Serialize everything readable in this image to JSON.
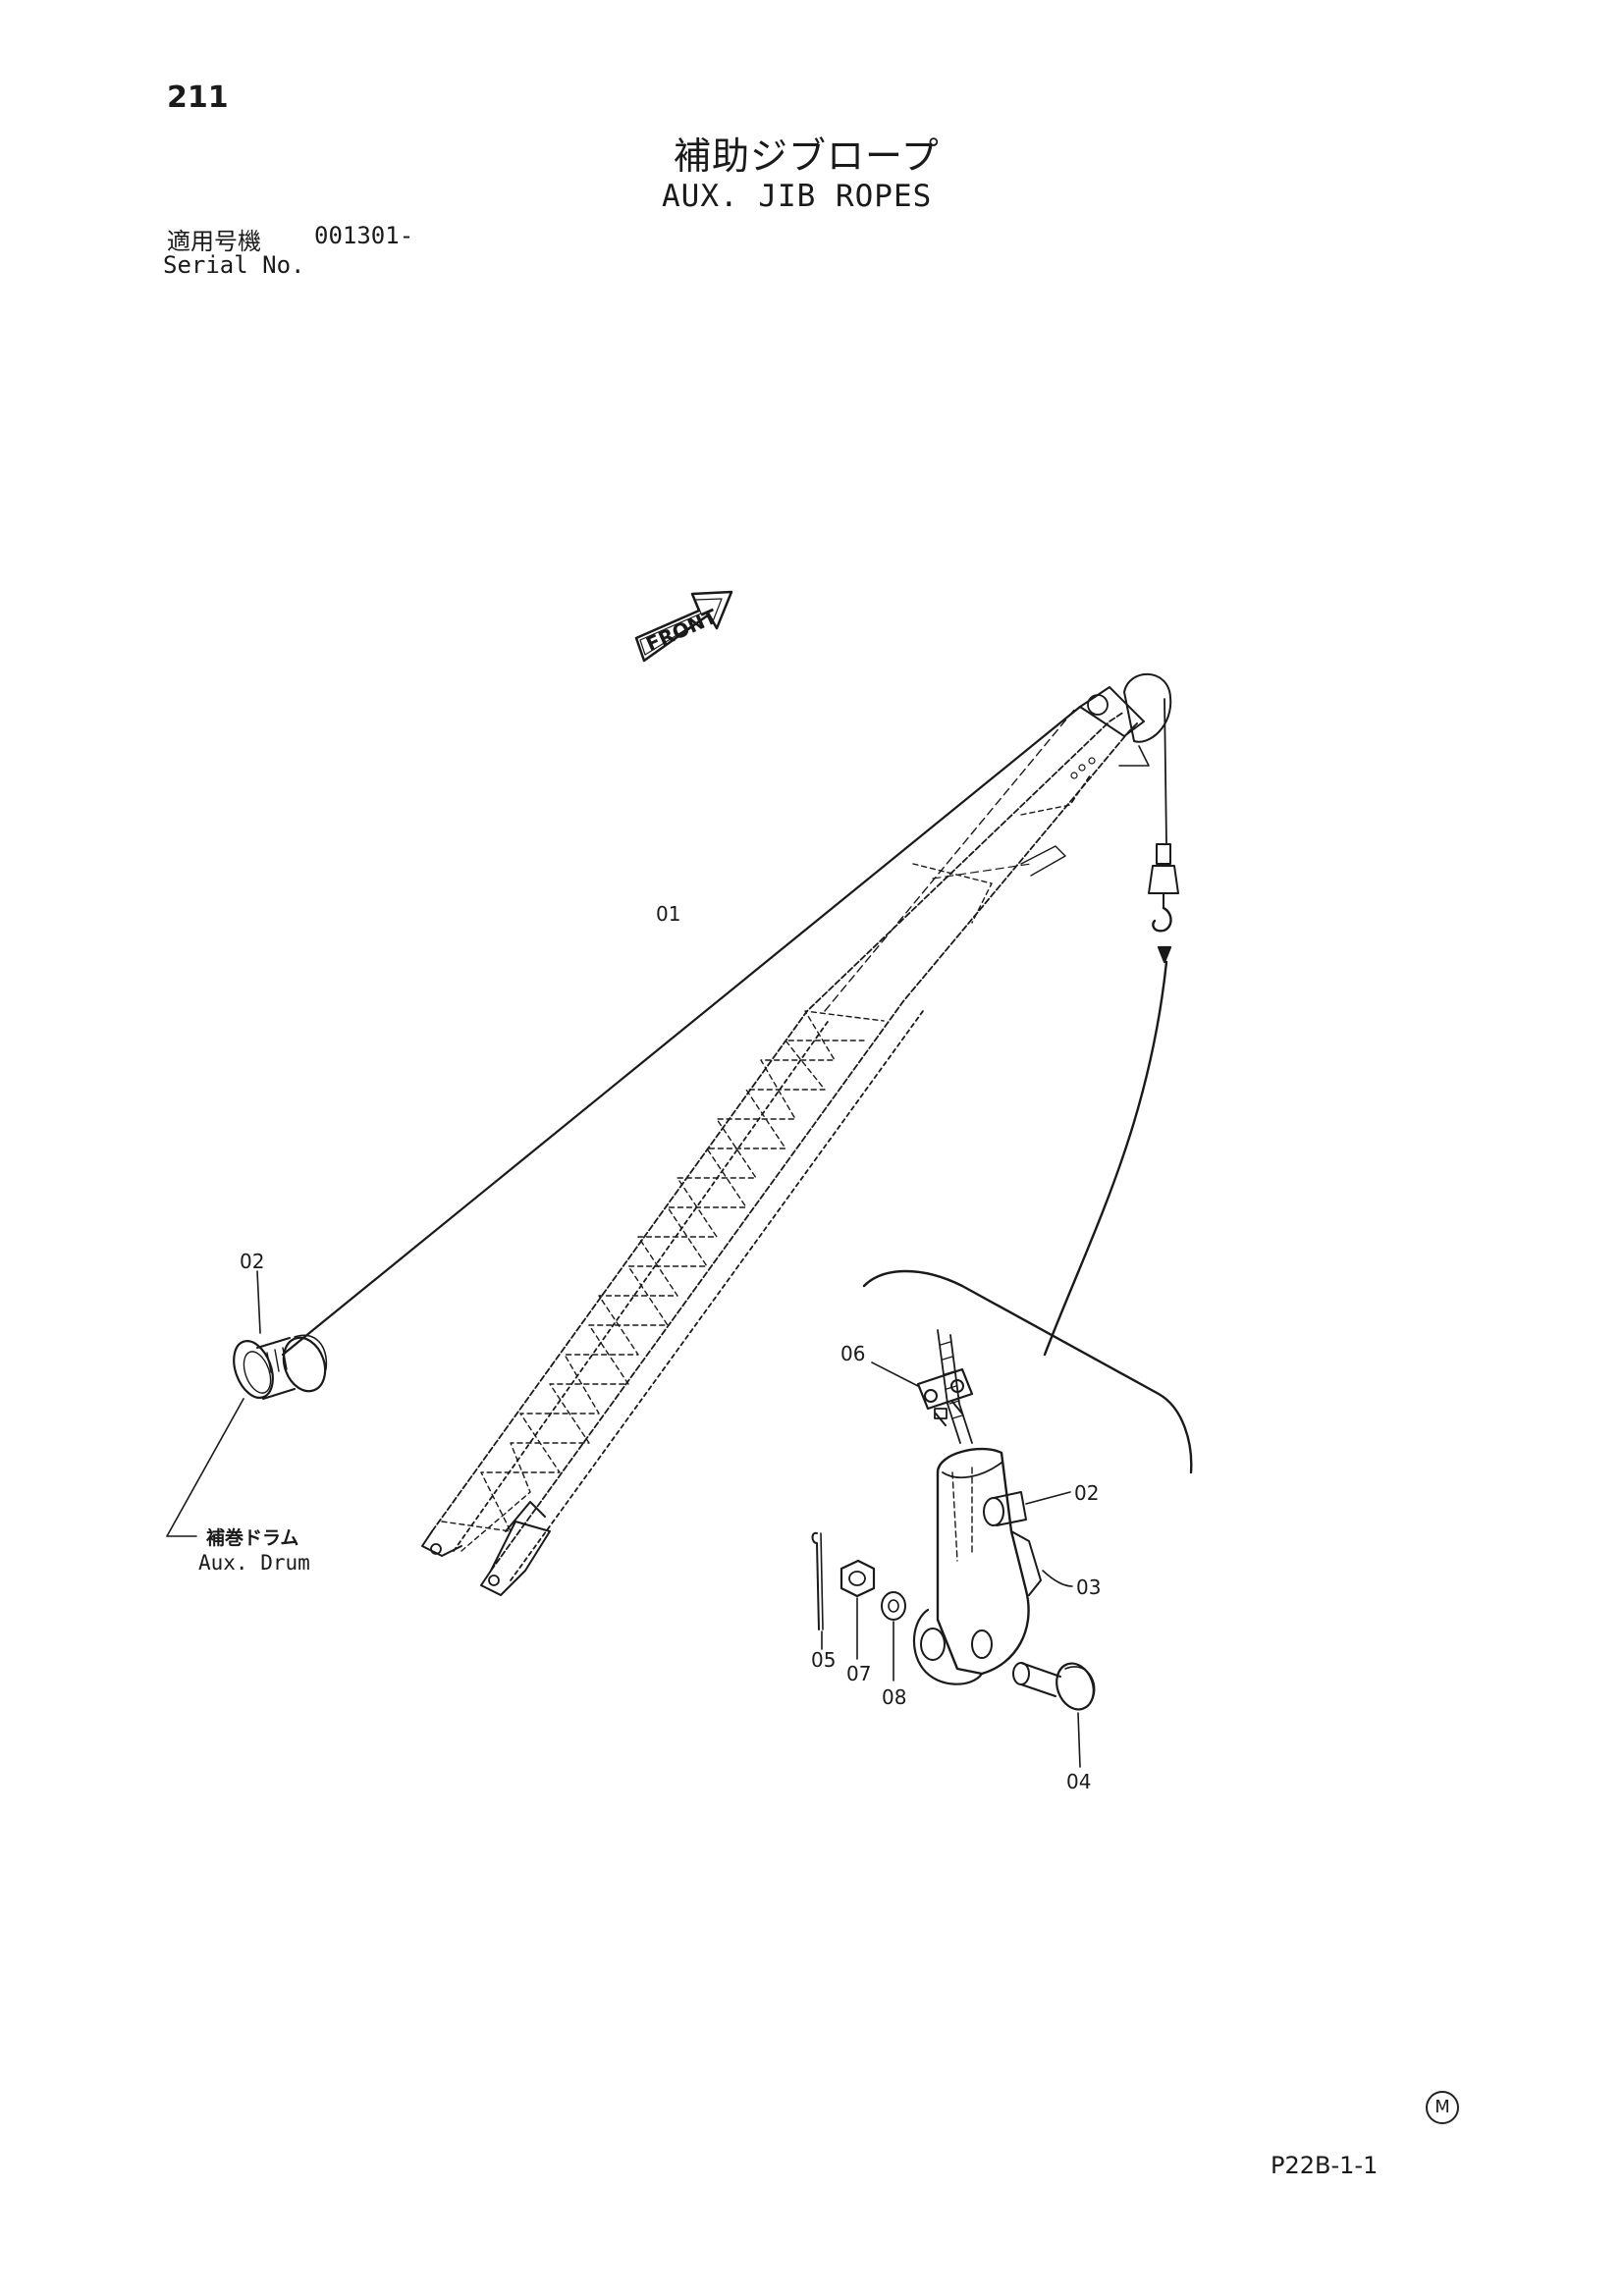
{
  "page": {
    "number": "211",
    "title_jp": "補助ジブロープ",
    "title_en": "AUX. JIB ROPES",
    "serial_label_jp": "適用号機",
    "serial_code": "001301-",
    "serial_label_en": "Serial No.",
    "doc_code": "P22B-1-1",
    "corner_mark": "M"
  },
  "diagram": {
    "front_label": "FRONT",
    "aux_drum_jp": "補巻ドラム",
    "aux_drum_en": "Aux. Drum",
    "callouts": {
      "rope": "01",
      "drum_part": "02",
      "socket_pin": "02",
      "socket": "03",
      "pin": "04",
      "cotter": "05",
      "clamp": "06",
      "nut": "07",
      "washer": "08"
    }
  }
}
